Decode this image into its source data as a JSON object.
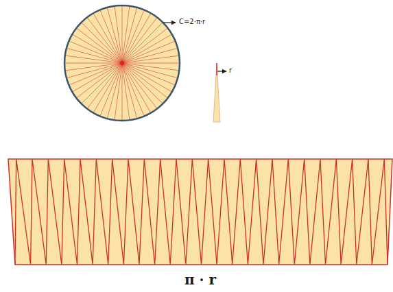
{
  "diagram": {
    "labels": [
      "C=2·π·r",
      "r",
      "π · r"
    ]
  }
}
